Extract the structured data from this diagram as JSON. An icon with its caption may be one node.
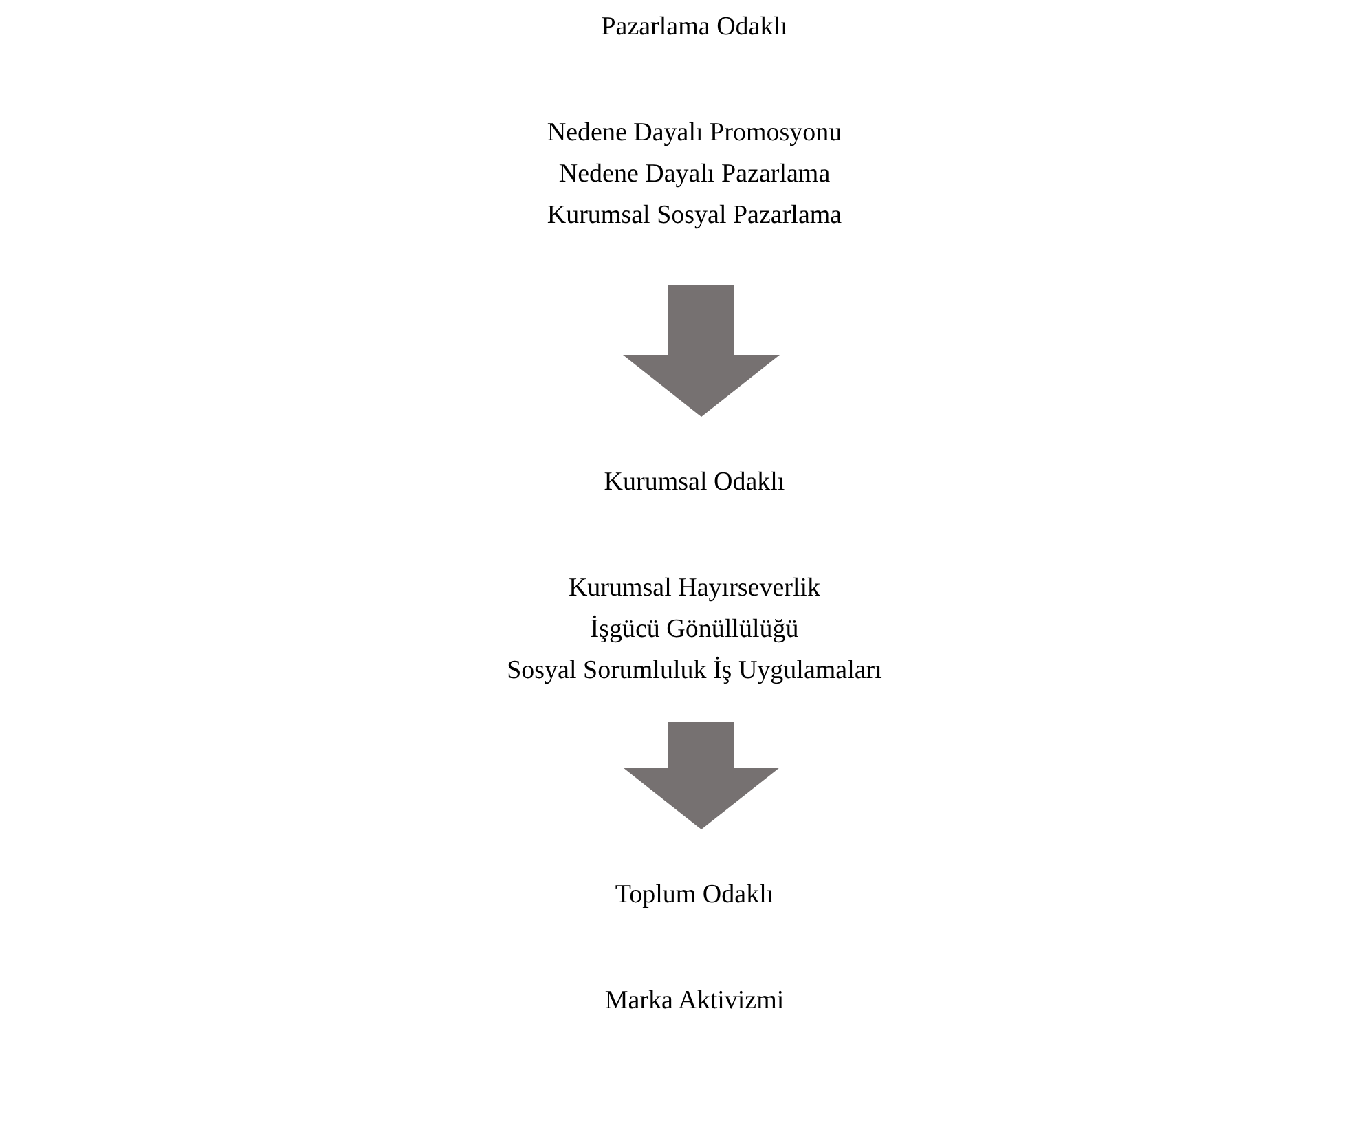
{
  "diagram": {
    "nodes": [
      {
        "text": [
          "Pazarlama Odaklı",
          "Nedene Dayalı Promosyonu",
          "Nedene Dayalı Pazarlama",
          "Kurumsal Sosyal Pazarlama"
        ]
      },
      {
        "text": [
          "Kurumsal Odaklı",
          "Kurumsal Hayırseverlik",
          "İşgücü Gönüllülüğü",
          "Sosyal Sorumluluk İş Uygulamaları"
        ]
      },
      {
        "text": [
          "Toplum Odaklı",
          "Marka Aktivizmi"
        ]
      }
    ],
    "edges": [
      {
        "from": 0,
        "to": 1,
        "arrow": "to"
      },
      {
        "from": 1,
        "to": 2,
        "arrow": "to"
      }
    ]
  }
}
